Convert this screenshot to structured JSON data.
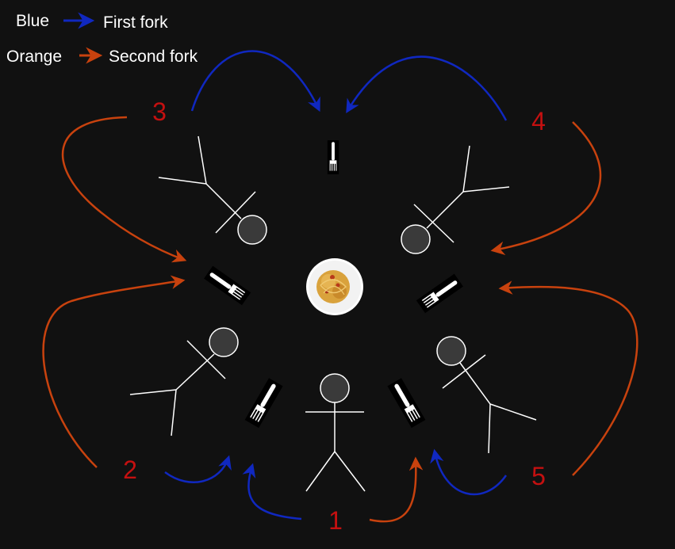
{
  "legend": {
    "blue_label": "Blue",
    "blue_meaning": "First fork",
    "orange_label": "Orange",
    "orange_meaning": "Second fork"
  },
  "philosophers": [
    {
      "id": "1",
      "label": "1"
    },
    {
      "id": "2",
      "label": "2"
    },
    {
      "id": "3",
      "label": "3"
    },
    {
      "id": "4",
      "label": "4"
    },
    {
      "id": "5",
      "label": "5"
    }
  ],
  "colors": {
    "background": "#111111",
    "blue_arrow": "#1028c0",
    "orange_arrow": "#c8420e",
    "number_label": "#c41010",
    "figure_stroke": "#ffffff",
    "head_fill": "#3a3a3a",
    "plate": "#ffffff"
  },
  "icons": [
    "fork-icon",
    "spaghetti-plate-icon",
    "stick-figure-icon",
    "arrow-icon"
  ]
}
